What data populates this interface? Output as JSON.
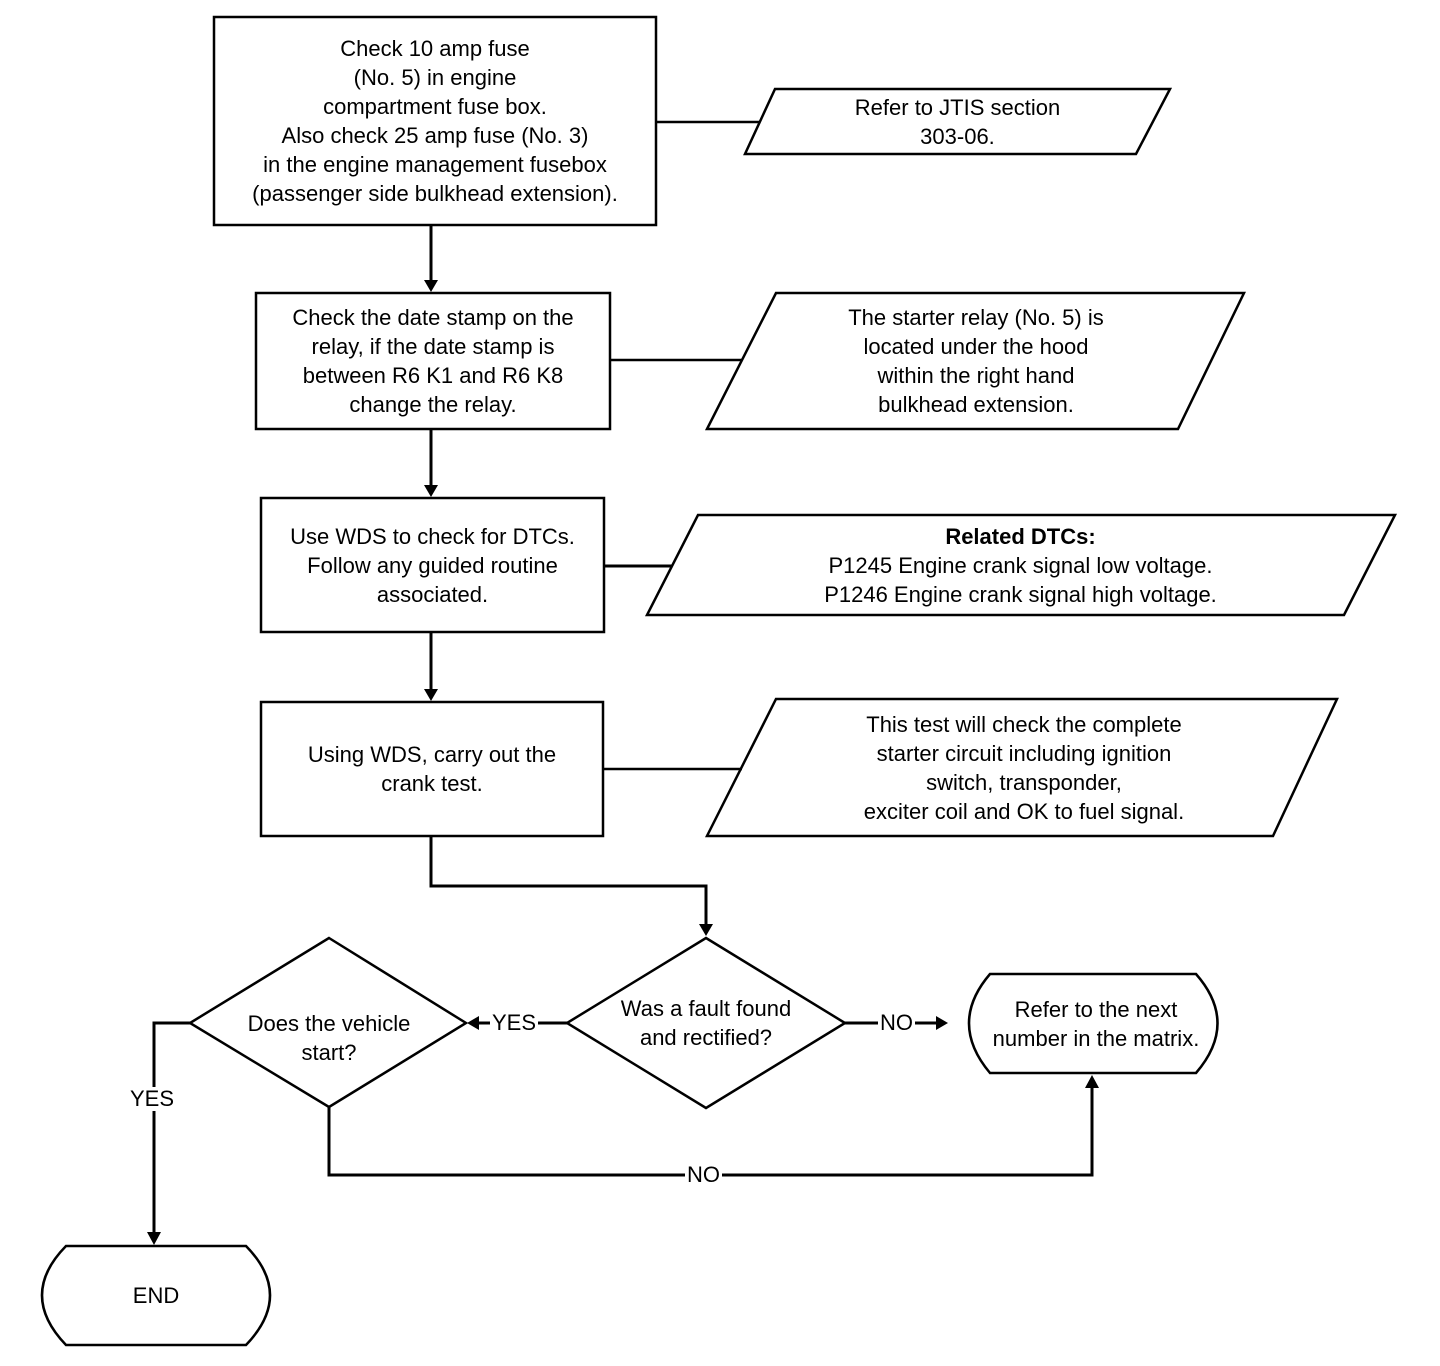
{
  "nodes": {
    "check_fuse": "Check 10 amp fuse\n(No. 5) in engine\ncompartment fuse box.\nAlso check 25 amp fuse (No. 3)\nin the engine management fusebox\n(passenger side bulkhead extension).",
    "jtis_note": "Refer to JTIS section\n303-06.",
    "check_relay": "Check the date stamp on the\nrelay, if the date stamp is\nbetween R6 K1 and R6 K8\nchange the relay.",
    "relay_note": "The starter relay (No. 5) is\nlocated under the hood\nwithin the right hand\nbulkhead extension.",
    "wds_dtc": "Use WDS to check for DTCs.\nFollow any guided routine\nassociated.",
    "dtc_note": {
      "heading": "Related DTCs:",
      "lines": "P1245 Engine crank signal low voltage.\nP1246 Engine crank signal high voltage."
    },
    "crank_test": "Using WDS, carry out the\ncrank test.",
    "crank_note": "This test will check the complete\nstarter circuit including ignition\nswitch, transponder,\nexciter coil and OK to fuel signal.",
    "fault_decision": "Was a fault found\nand rectified?",
    "start_decision": "Does the vehicle\nstart?",
    "next_matrix": "Refer to the next\nnumber in the matrix.",
    "end": "END"
  },
  "edges": {
    "fault_yes": "YES",
    "fault_no": "NO",
    "start_yes": "YES",
    "start_no": "NO"
  }
}
